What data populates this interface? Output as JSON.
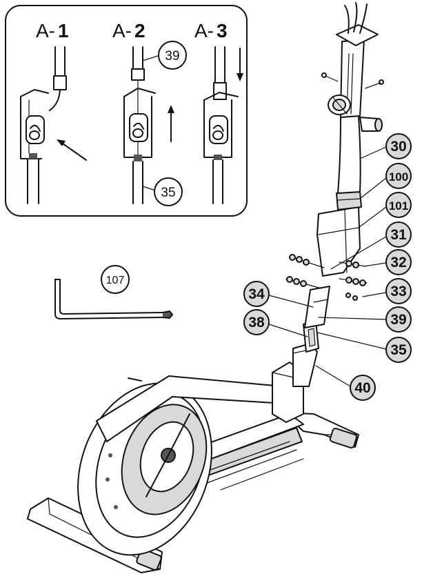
{
  "inset": {
    "steps": [
      {
        "prefix": "A-",
        "number": "1"
      },
      {
        "prefix": "A-",
        "number": "2"
      },
      {
        "prefix": "A-",
        "number": "3"
      }
    ],
    "callouts": [
      {
        "label": "39"
      },
      {
        "label": "35"
      }
    ]
  },
  "tool": {
    "label": "107"
  },
  "part_callouts": [
    {
      "label": "30"
    },
    {
      "label": "100"
    },
    {
      "label": "101"
    },
    {
      "label": "31"
    },
    {
      "label": "32"
    },
    {
      "label": "33"
    },
    {
      "label": "34"
    },
    {
      "label": "39"
    },
    {
      "label": "38"
    },
    {
      "label": "35"
    },
    {
      "label": "40"
    }
  ]
}
